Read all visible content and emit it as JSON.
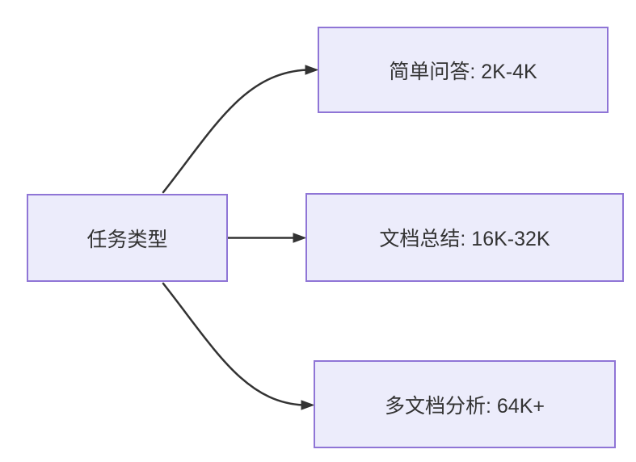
{
  "diagram": {
    "type": "flowchart",
    "direction": "left-to-right",
    "root": {
      "label": "任务类型"
    },
    "branches": [
      {
        "label": "简单问答: 2K-4K"
      },
      {
        "label": "文档总结: 16K-32K"
      },
      {
        "label": "多文档分析: 64K+"
      }
    ],
    "colors": {
      "node_fill": "#ECECFB",
      "node_border": "#8F75D6",
      "edge": "#333333",
      "text": "#333333",
      "background": "#FFFFFF"
    }
  }
}
